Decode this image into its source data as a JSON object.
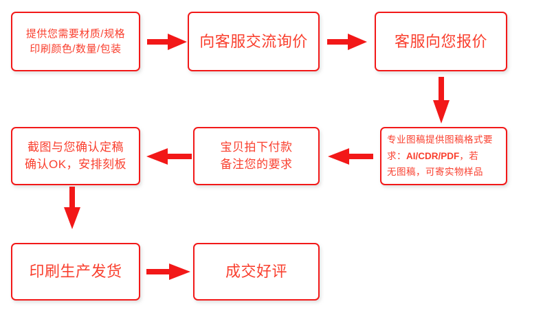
{
  "meta": {
    "title": "订单流程图",
    "accent_color": "#f21818",
    "text_color": "#f93f2e",
    "background": "#ffffff"
  },
  "nodes": [
    {
      "id": "n1",
      "name": "step-provide-requirements",
      "lines": [
        "提供您需要材质/规格",
        "印刷颜色/数量/包装"
      ]
    },
    {
      "id": "n2",
      "name": "step-contact-service",
      "lines": [
        "向客服交流询价"
      ]
    },
    {
      "id": "n3",
      "name": "step-service-quote",
      "lines": [
        "客服向您报价"
      ]
    },
    {
      "id": "n4",
      "name": "step-artwork-format",
      "lines_rich": [
        [
          {
            "t": "专业图稿提供图稿格式要",
            "bold": false
          }
        ],
        [
          {
            "t": "求：",
            "bold": false
          },
          {
            "t": "AI/CDR/PDF",
            "bold": true
          },
          {
            "t": "，若",
            "bold": false
          }
        ],
        [
          {
            "t": "无图稿，可寄实物样品",
            "bold": false
          }
        ]
      ]
    },
    {
      "id": "n5",
      "name": "step-order-and-pay",
      "lines": [
        "宝贝拍下付款",
        "备注您的要求"
      ]
    },
    {
      "id": "n6",
      "name": "step-confirm-proof",
      "lines": [
        "截图与您确认定稿",
        "确认OK，安排刻板"
      ]
    },
    {
      "id": "n7",
      "name": "step-print-and-ship",
      "lines": [
        "印刷生产发货"
      ]
    },
    {
      "id": "n8",
      "name": "step-deal-and-review",
      "lines": [
        "成交好评"
      ]
    }
  ],
  "arrows": [
    {
      "id": "a1",
      "name": "arrow-right-step1-to-step2",
      "direction": "right"
    },
    {
      "id": "a2",
      "name": "arrow-right-step2-to-step3",
      "direction": "right"
    },
    {
      "id": "a3",
      "name": "arrow-down-step3-to-step4",
      "direction": "down"
    },
    {
      "id": "a4",
      "name": "arrow-left-step4-to-step5",
      "direction": "left"
    },
    {
      "id": "a5",
      "name": "arrow-left-step5-to-step6",
      "direction": "left"
    },
    {
      "id": "a6",
      "name": "arrow-down-step6-to-step7",
      "direction": "down"
    },
    {
      "id": "a7",
      "name": "arrow-right-step7-to-step8",
      "direction": "right"
    }
  ]
}
